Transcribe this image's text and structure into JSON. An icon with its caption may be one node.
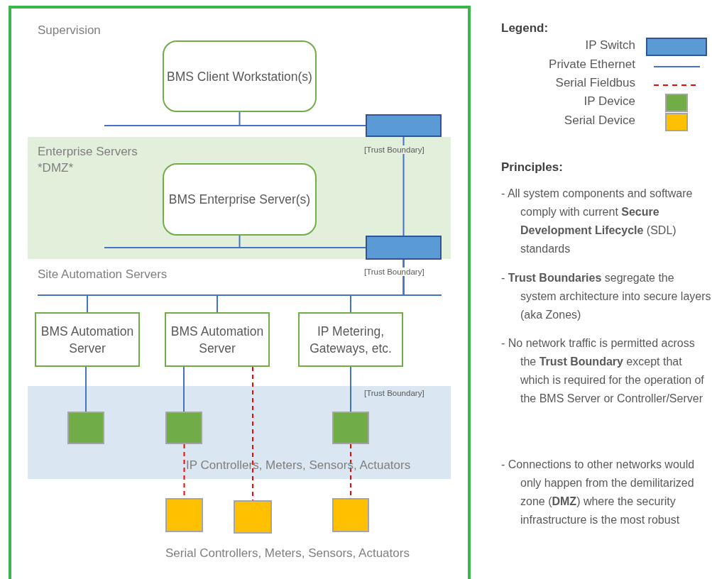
{
  "diagram": {
    "nodes": [
      {
        "text": [
          "Supervision"
        ]
      },
      {
        "text": [
          "BMS Client Workstation(s)"
        ],
        "in": 0
      },
      {
        "text": [],
        "shape": "box",
        "in": 0,
        "beside": [
          "[Trust Boundary]"
        ]
      },
      {
        "text": [
          "Enterprise Servers",
          "*DMZ*"
        ]
      },
      {
        "text": [
          "BMS Enterprise Server(s)"
        ],
        "in": 3
      },
      {
        "text": [],
        "shape": "box",
        "in": 3,
        "beside": [
          "[Trust Boundary]"
        ]
      },
      {
        "text": [
          "Site Automation Servers"
        ]
      },
      {
        "text": [
          "BMS Automation Server"
        ],
        "in": 6
      },
      {
        "text": [
          "BMS Automation Server"
        ],
        "in": 6
      },
      {
        "text": [
          "IP Metering, Gateways, etc."
        ],
        "in": 6
      },
      {
        "text": [
          "[Trust Boundary]",
          "IP Controllers, Meters, Sensors, Actuators"
        ]
      },
      {
        "text": [],
        "shape": "box",
        "in": 10
      },
      {
        "text": [],
        "shape": "box",
        "in": 10
      },
      {
        "text": [],
        "shape": "box",
        "in": 10
      },
      {
        "text": [],
        "shape": "box"
      },
      {
        "text": [],
        "shape": "box"
      },
      {
        "text": [],
        "shape": "box"
      }
    ],
    "edges": [
      {
        "from": 1,
        "to": 2,
        "arrow": "none"
      },
      {
        "from": 2,
        "to": 5,
        "arrow": "none"
      },
      {
        "from": 4,
        "to": 5,
        "arrow": "none"
      },
      {
        "from": 5,
        "to": 7,
        "arrow": "none"
      },
      {
        "from": 5,
        "to": 8,
        "arrow": "none"
      },
      {
        "from": 5,
        "to": 9,
        "arrow": "none"
      },
      {
        "from": 7,
        "to": 11,
        "arrow": "none"
      },
      {
        "from": 8,
        "to": 12,
        "arrow": "none"
      },
      {
        "from": 9,
        "to": 13,
        "arrow": "none"
      },
      {
        "from": 12,
        "to": 14,
        "arrow": "none",
        "style": "dashed",
        "color": "#ff0000"
      },
      {
        "from": 8,
        "to": 15,
        "arrow": "none",
        "style": "dashed",
        "color": "#ff0000"
      },
      {
        "from": 13,
        "to": 16,
        "arrow": "none",
        "style": "dashed",
        "color": "#ff0000"
      }
    ],
    "labels": [
      "Legend:",
      "Principles:",
      "- All system components and software comply with current **Secure Development Lifecycle** (SDL) standards",
      "- **Trust Boundaries** segregate the system architecture into secure layers (aka Zones)",
      "- No network traffic is permitted across the **Trust Boundary** except that which is required for the operation of the BMS Server or Controller/Server",
      "- Connections to other networks would only happen from the demilitarized zone (**DMZ**) where the security infrastructure is the most robust",
      "Serial Controllers, Meters, Sensors, Actuators"
    ],
    "legend": [
      {
        "text": "IP Switch",
        "color": "#5b9bd5"
      },
      {
        "text": "Private Ethernet"
      },
      {
        "text": "Serial Fieldbus"
      },
      {
        "text": "IP Device",
        "color": "#70ad47"
      },
      {
        "text": "Serial Device",
        "color": "#ffc000"
      }
    ]
  }
}
